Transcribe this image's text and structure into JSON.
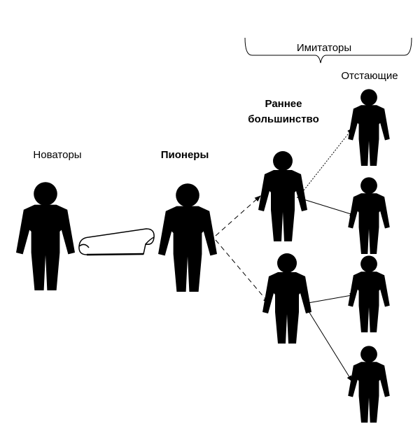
{
  "labels": {
    "innovators": "Новаторы",
    "pioneers": "Пионеры",
    "imitators": "Имитаторы",
    "early_majority": "Раннее",
    "early_majority_line2": "большинство",
    "laggards": "Отстающие"
  },
  "icons": [
    "person-icon",
    "scroll-icon",
    "arrow-icon"
  ]
}
